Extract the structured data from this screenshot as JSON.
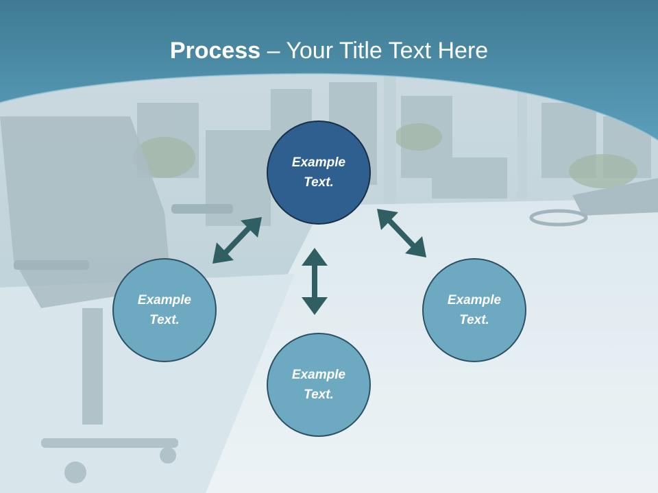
{
  "title": {
    "bold": "Process",
    "separator": " – ",
    "rest": "Your Title Text Here"
  },
  "nodes": {
    "top": "Example\nText.",
    "left": "Example\nText.",
    "right": "Example\nText.",
    "bottom": "Example\nText."
  },
  "colors": {
    "header": "#4a8fac",
    "center_node": "#2e5f8f",
    "outer_node": "#6ea9c2",
    "arrow": "#2f5f62"
  }
}
